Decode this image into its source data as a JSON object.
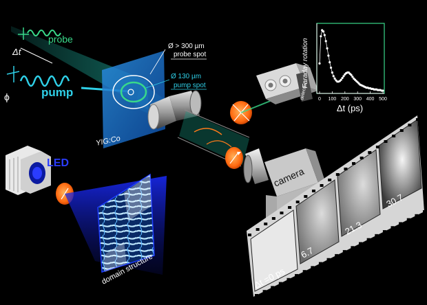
{
  "labels": {
    "probe": "probe",
    "pump": "pump",
    "delay": "Δt",
    "phi": "ϕ",
    "probe_spot_size": "Ø > 300 µm",
    "probe_spot": "probe spot",
    "pump_spot_size": "Ø  130 µm",
    "pump_spot": "pump spot",
    "sample": "YIG:Co",
    "led": "LED",
    "domain": "domain structure",
    "camera": "camera",
    "detector": "detector"
  },
  "film": {
    "frames": [
      "Δt =0 ps",
      "6.7",
      "21.3",
      "30.7"
    ]
  },
  "colors": {
    "probe": "#39d98a",
    "pump": "#2fd0e8",
    "led": "#2a3cff",
    "lens": "#ff7a1a",
    "axis": "#39d98a"
  },
  "chart_data": {
    "type": "scatter",
    "ylabel": "Faraday rotation",
    "xlabel": "Δt (ps)",
    "xlim": [
      0,
      500
    ],
    "xticks": [
      0,
      100,
      200,
      300,
      400,
      500
    ],
    "series": [
      {
        "x": [
          0,
          10,
          20,
          30,
          40,
          50,
          60,
          70,
          80,
          90,
          100,
          110,
          120,
          130,
          140,
          150,
          160,
          170,
          180,
          190,
          200,
          210,
          220,
          230,
          240,
          250,
          260,
          270,
          280,
          290,
          300,
          310,
          320,
          330,
          340,
          350,
          360,
          370,
          380,
          390,
          400,
          410,
          420,
          430,
          440,
          450,
          460,
          470,
          480,
          490,
          500
        ],
        "y": [
          0.45,
          0.9,
          1.0,
          0.98,
          0.92,
          0.82,
          0.7,
          0.58,
          0.47,
          0.38,
          0.3,
          0.24,
          0.2,
          0.17,
          0.15,
          0.15,
          0.16,
          0.18,
          0.21,
          0.24,
          0.27,
          0.29,
          0.3,
          0.3,
          0.28,
          0.26,
          0.23,
          0.2,
          0.18,
          0.16,
          0.14,
          0.12,
          0.1,
          0.09,
          0.08,
          0.07,
          0.06,
          0.05,
          0.05,
          0.04,
          0.04,
          0.03,
          0.03,
          0.02,
          0.02,
          0.02,
          0.01,
          0.01,
          0.01,
          0.0,
          0.0
        ]
      }
    ]
  }
}
